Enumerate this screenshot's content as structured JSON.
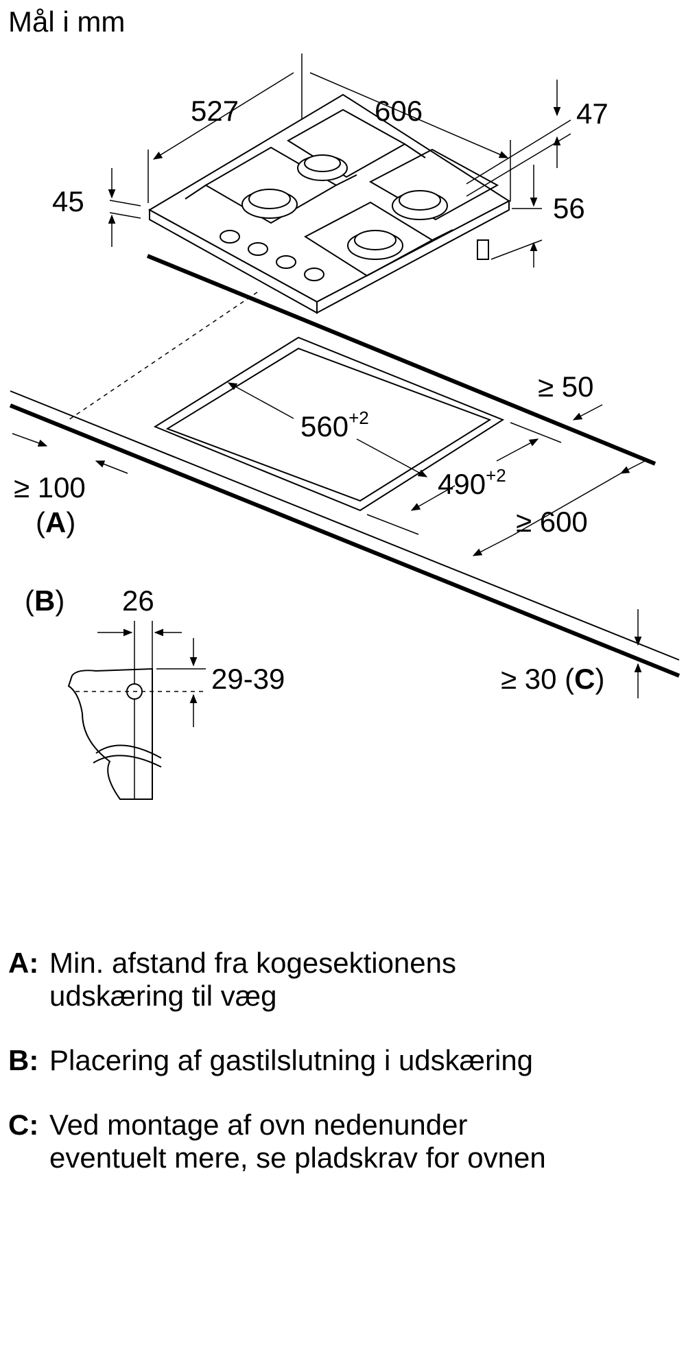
{
  "title": "Mål i mm",
  "dims": {
    "d527": "527",
    "d606": "606",
    "d47": "47",
    "d45": "45",
    "d56": "56",
    "d560": "560",
    "d560_tol": "+2",
    "d490": "490",
    "d490_tol": "+2",
    "min50": "≥ 50",
    "min100": "≥ 100",
    "min600": "≥ 600",
    "min30": "≥ 30",
    "d26": "26",
    "d29_39": "29-39"
  },
  "markers": {
    "A": "A",
    "B": "B",
    "C": "C"
  },
  "legend": [
    {
      "key": "A:",
      "text": "Min. afstand fra kogesektionens\nudskæring til væg"
    },
    {
      "key": "B:",
      "text": "Placering af gastilslutning i udskæring"
    },
    {
      "key": "C:",
      "text": "Ved montage af ovn nedenunder\neventuelt mere, se pladskrav for ovnen"
    }
  ]
}
